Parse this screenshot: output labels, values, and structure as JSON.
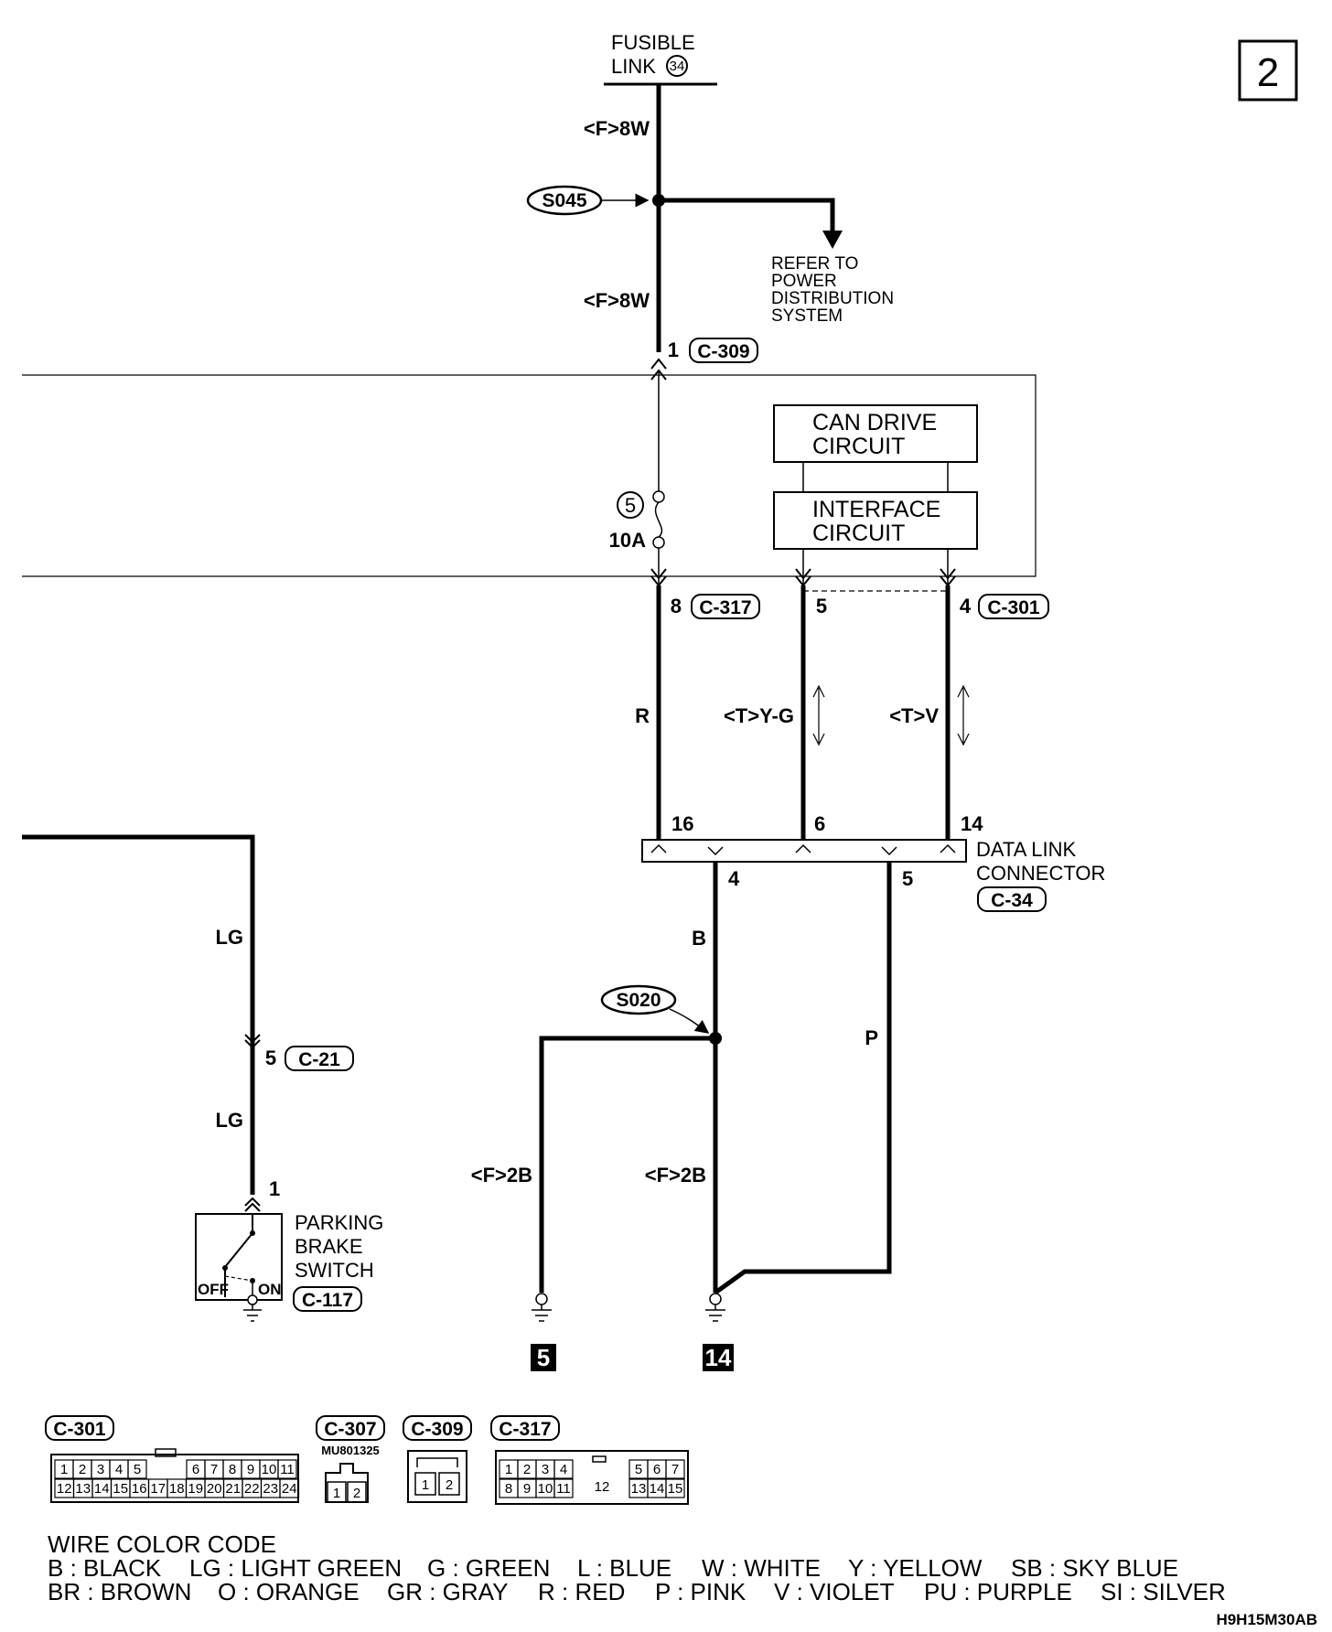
{
  "page_number": "2",
  "diagram_code": "H9H15M30AB",
  "fusible_link": {
    "line1": "FUSIBLE",
    "line2": "LINK",
    "number": "34"
  },
  "wires": {
    "top_upper": "<F>8W",
    "top_lower": "<F>8W",
    "r": "R",
    "yg": "<T>Y-G",
    "v": "<T>V",
    "b": "B",
    "p": "P",
    "lg_upper": "LG",
    "lg_lower": "LG",
    "ground_left": "<F>2B",
    "ground_right": "<F>2B"
  },
  "splices": {
    "s045": "S045",
    "s020": "S020"
  },
  "refer_to": [
    "REFER TO",
    "POWER",
    "DISTRIBUTION",
    "SYSTEM"
  ],
  "connectors": {
    "c309": {
      "pin": "1",
      "label": "C-309"
    },
    "c317": {
      "pin": "8",
      "label": "C-317"
    },
    "c301": {
      "pin_left": "5",
      "pin_right": "4",
      "label": "C-301"
    },
    "c21": {
      "pin": "5",
      "label": "C-21"
    },
    "c34": {
      "label": "C-34",
      "name_line1": "DATA LINK",
      "name_line2": "CONNECTOR",
      "pins_top": [
        "16",
        "6",
        "14"
      ],
      "pins_bottom": [
        "4",
        "5"
      ]
    },
    "c117": {
      "label": "C-117",
      "pin": "1"
    }
  },
  "fuse": {
    "number": "5",
    "rating": "10A"
  },
  "modules": {
    "can_drive": [
      "CAN DRIVE",
      "CIRCUIT"
    ],
    "interface": [
      "INTERFACE",
      "CIRCUIT"
    ]
  },
  "parking_brake_switch": {
    "lines": [
      "PARKING",
      "BRAKE",
      "SWITCH"
    ],
    "off": "OFF",
    "on": "ON"
  },
  "grounds": {
    "left": "5",
    "right": "14"
  },
  "connector_views": {
    "c301": {
      "label": "C-301",
      "row1": [
        "1",
        "2",
        "3",
        "4",
        "5",
        "6",
        "7",
        "8",
        "9",
        "10",
        "11"
      ],
      "row2": [
        "12",
        "13",
        "14",
        "15",
        "16",
        "17",
        "18",
        "19",
        "20",
        "21",
        "22",
        "23",
        "24"
      ]
    },
    "c307": {
      "label": "C-307",
      "part": "MU801325",
      "pins": [
        "1",
        "2"
      ]
    },
    "c309": {
      "label": "C-309",
      "pins": [
        "1",
        "2"
      ]
    },
    "c317": {
      "label": "C-317",
      "row1a": [
        "1",
        "2",
        "3",
        "4"
      ],
      "row1b": [
        "5",
        "6",
        "7"
      ],
      "row2a": [
        "8",
        "9",
        "10",
        "11"
      ],
      "middle": "12",
      "row2b": [
        "13",
        "14",
        "15"
      ]
    }
  },
  "wire_color_code": {
    "title": "WIRE COLOR CODE",
    "row1": [
      "B : BLACK",
      "LG : LIGHT GREEN",
      "G : GREEN",
      "L : BLUE",
      "W : WHITE",
      "Y : YELLOW",
      "SB : SKY BLUE"
    ],
    "row2": [
      "BR : BROWN",
      "O : ORANGE",
      "GR : GRAY",
      "R : RED",
      "P : PINK",
      "V : VIOLET",
      "PU : PURPLE",
      "SI : SILVER"
    ]
  },
  "colors": {
    "line": "#000000",
    "background": "#ffffff"
  }
}
